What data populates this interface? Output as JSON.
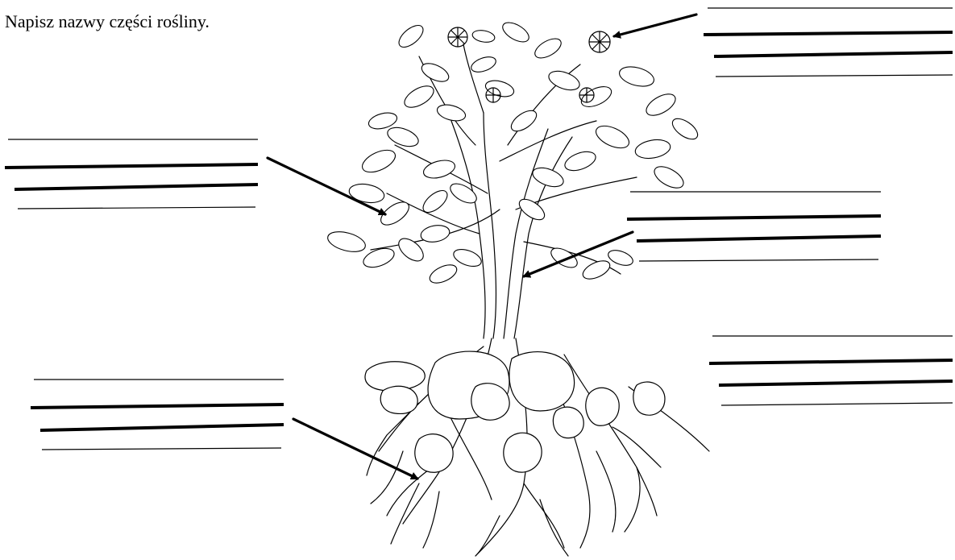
{
  "worksheet": {
    "instruction": "Napisz nazwy części rośliny.",
    "label_groups": [
      {
        "part": "flower"
      },
      {
        "part": "leaf"
      },
      {
        "part": "stem"
      },
      {
        "part": "root"
      },
      {
        "part": "tuber"
      }
    ]
  },
  "colors": {
    "ink": "#000000",
    "paper": "#ffffff"
  },
  "icons": {
    "illustration": "potato-plant-illustration",
    "pointer": "arrow-icon"
  }
}
